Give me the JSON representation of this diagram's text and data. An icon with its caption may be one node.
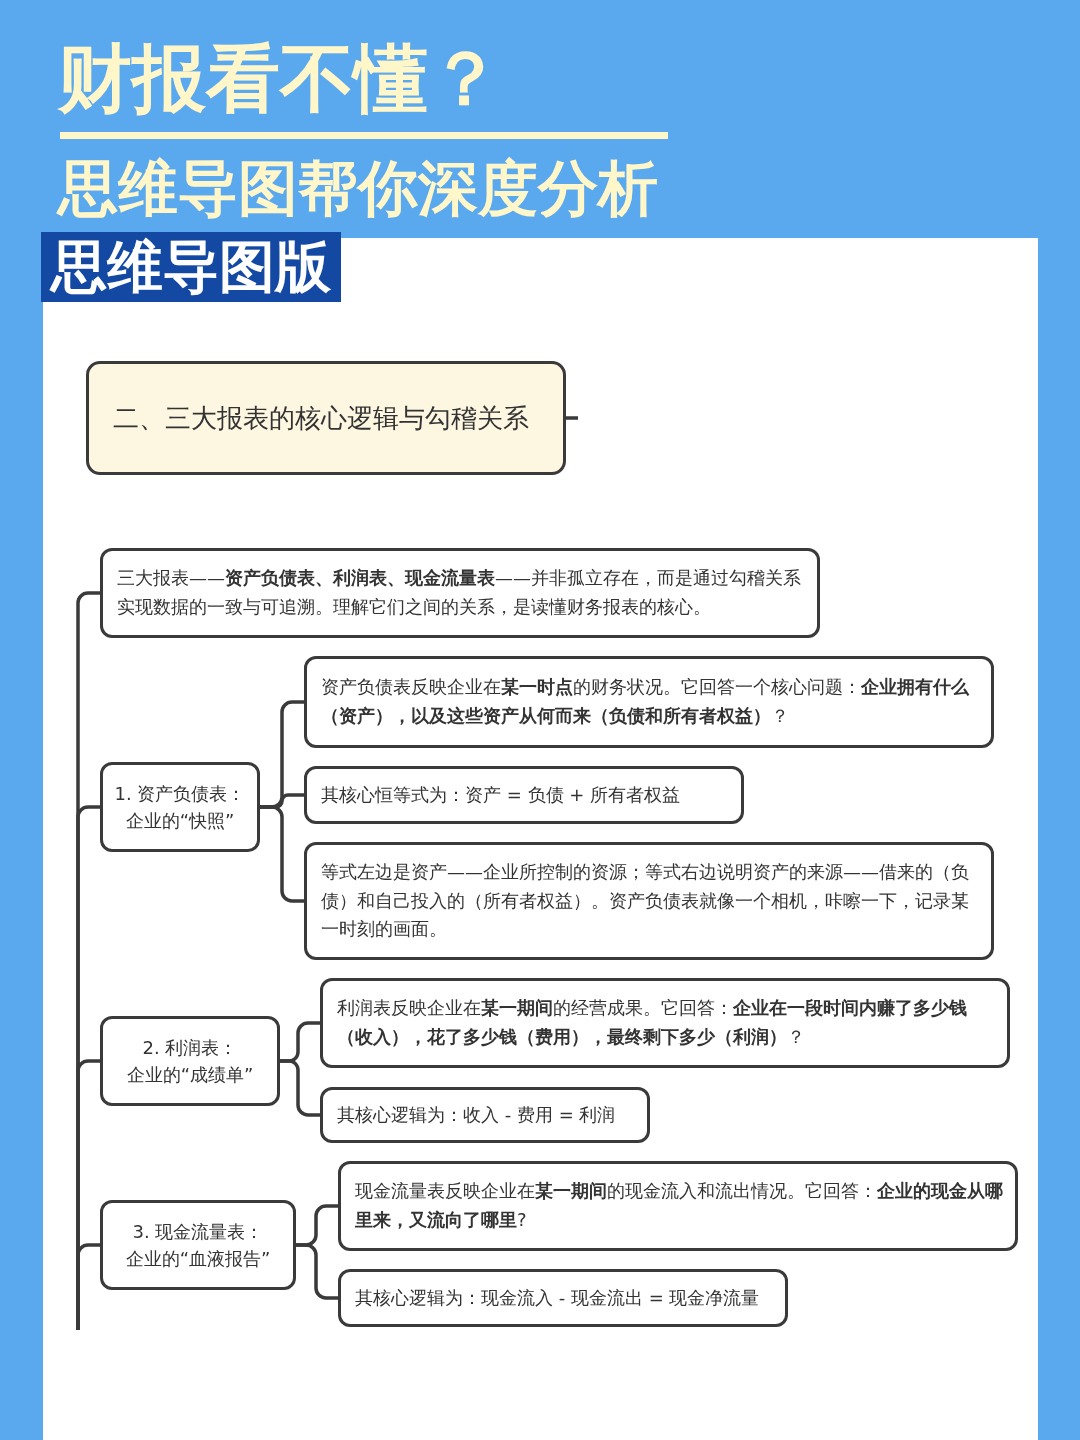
{
  "diagram": {
    "title": "财报看不懂？",
    "nodes": [
      {
        "text": [
          "二、三大报表的核心逻辑与勾稽关系"
        ]
      },
      {
        "text": [
          "三大报表——**资产负债表、利润表、现金流量表**——并非孤立存在，而是通过勾稽关系实现数据的一致与可追溯。理解它们之间的关系，是读懂财务报表的核心。"
        ]
      },
      {
        "text": [
          "1. 资产负债表：企业的“快照”"
        ]
      },
      {
        "text": [
          "资产负债表反映企业在**某一时点**的财务状况。它回答一个核心问题：**企业拥有什么（资产），以及这些资产从何而来（负债和所有者权益）**？"
        ]
      },
      {
        "text": [
          "其核心恒等式为：资产 = 负债 + 所有者权益"
        ]
      },
      {
        "text": [
          "等式左边是资产——企业所控制的资源；等式右边说明资产的来源——借来的（负债）和自己投入的（所有者权益）。资产负债表就像一个相机，咔嚓一下，记录某一时刻的画面。"
        ]
      },
      {
        "text": [
          "2. 利润表：企业的“成绩单”"
        ]
      },
      {
        "text": [
          "利润表反映企业在**某一期间**的经营成果。它回答：**企业在一段时间内赚了多少钱（收入），花了多少钱（费用），最终剩下多少（利润）**？"
        ]
      },
      {
        "text": [
          "其核心逻辑为：收入 - 费用 = 利润"
        ]
      },
      {
        "text": [
          "3. 现金流量表：企业的“血液报告”"
        ]
      },
      {
        "text": [
          "现金流量表反映企业在**某一期间**的现金流入和流出情况。它回答：**企业的现金从哪里来，又流向了哪里**?"
        ]
      },
      {
        "text": [
          "其核心逻辑为：现金流入 - 现金流出 = 现金净流量"
        ]
      }
    ],
    "edges": [
      {
        "from": 0,
        "to": null,
        "arrow": "none"
      },
      {
        "from": null,
        "to": 1,
        "arrow": "none"
      },
      {
        "from": null,
        "to": 2,
        "arrow": "none"
      },
      {
        "from": null,
        "to": 6,
        "arrow": "none"
      },
      {
        "from": null,
        "to": 9,
        "arrow": "none"
      },
      {
        "from": 2,
        "to": 3,
        "arrow": "none"
      },
      {
        "from": 2,
        "to": 4,
        "arrow": "none"
      },
      {
        "from": 2,
        "to": 5,
        "arrow": "none"
      },
      {
        "from": 6,
        "to": 7,
        "arrow": "none"
      },
      {
        "from": 6,
        "to": 8,
        "arrow": "none"
      },
      {
        "from": 9,
        "to": 10,
        "arrow": "none"
      },
      {
        "from": 9,
        "to": 11,
        "arrow": "none"
      }
    ],
    "labels": [
      "思维导图帮你深度分析",
      "思维导图版"
    ]
  }
}
